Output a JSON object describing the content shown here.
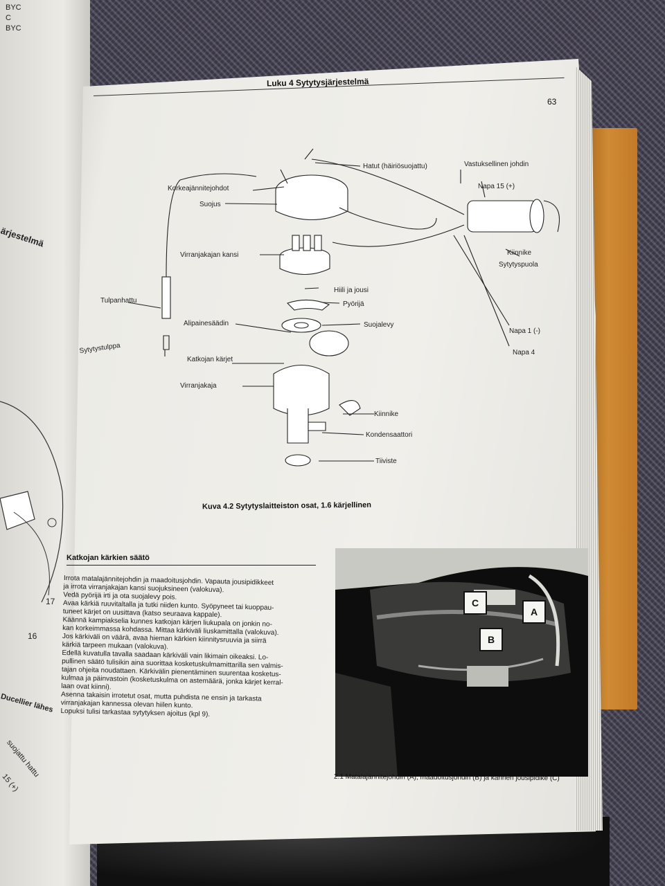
{
  "header": {
    "title": "Luku 4  Sytytysjärjestelmä",
    "page_number": "63"
  },
  "diagram_labels": {
    "hatut": "Hatut (häiriösuojattu)",
    "vastuksellinen": "Vastuksellinen johdin",
    "korkeajannite": "Korkeajännitejohdot",
    "napa15": "Napa 15 (+)",
    "suojus": "Suojus",
    "virranjakajan_kansi": "Virranjakajan kansi",
    "kiinnike_top": "Kiinnike",
    "sytytyspuola": "Sytytyspuola",
    "hiili": "Hiili ja jousi",
    "tulpanhattu": "Tulpanhattu",
    "pyorija": "Pyörijä",
    "alipainesaadin": "Alipainesäädin",
    "suojalevy": "Suojalevy",
    "napa1": "Napa 1 (-)",
    "sytytystulppa": "Sytytystulppa",
    "napa4": "Napa 4",
    "katkojan_karjet": "Katkojan kärjet",
    "virranjakaja": "Virranjakaja",
    "kiinnike": "Kiinnike",
    "kondensaattori": "Kondensaattori",
    "tiiviste": "Tiiviste"
  },
  "figure_caption": "Kuva 4.2 Sytytyslaitteiston osat, 1.6 kärjellinen",
  "section": {
    "title": "Katkojan kärkien säätö",
    "lines": [
      "Irrota matalajännitejohdin ja maadoitusjohdin. Vapauta jousipidikkeet",
      "ja irrota virranjakajan kansi suojuksineen (valokuva).",
      "Vedä pyörijä irti ja ota suojalevy pois.",
      "Avaa kärkiä ruuvitaltalla ja tutki niiden kunto. Syöpyneet tai kuoppau-",
      "tuneet kärjet on uusittava (katso seuraava kappale).",
      "Käännä kampiakselia kunnes katkojan kärjen liukupala on jonkin no-",
      "kan korkeimmassa kohdassa. Mittaa kärkiväli liuskamittalla (valokuva).",
      "Jos kärkiväli on väärä, avaa hieman kärkien kiinnitysruuvia ja siirrä",
      "kärkiä tarpeen mukaan (valokuva).",
      "Edellä kuvatulla tavalla saadaan kärkiväli vain likimain oikeaksi. Lo-",
      "pullinen säätö tulisikin aina suorittaa kosketuskulmamittarilla sen valmis-",
      "tajan ohjeita noudattaen. Kärkivälin pienentäminen suurentaa kosketus-",
      "kulmaa ja päinvastoin (kosketuskulma on astemäärä, jonka kärjet kerral-",
      "laan ovat kiinni).",
      "Asenna takaisin irrotetut osat, mutta puhdista ne ensin ja tarkasta",
      "virranjakajan kannessa olevan hiilen kunto.",
      "Lopuksi tulisi tarkastaa sytytyksen ajoitus (kpl 9)."
    ]
  },
  "photo": {
    "labels": [
      "C",
      "A",
      "B"
    ],
    "caption": "2.1 Matalajännitejohdin (A), maadoitusjohdin (B) ja kannen jousipidike (C)"
  },
  "left_page_fragments": [
    "BYC",
    "C",
    "BYC",
    "ärjestelmä",
    "16",
    "17",
    "Ducellier lähes",
    "suojattu hattu",
    "15 (+)"
  ]
}
